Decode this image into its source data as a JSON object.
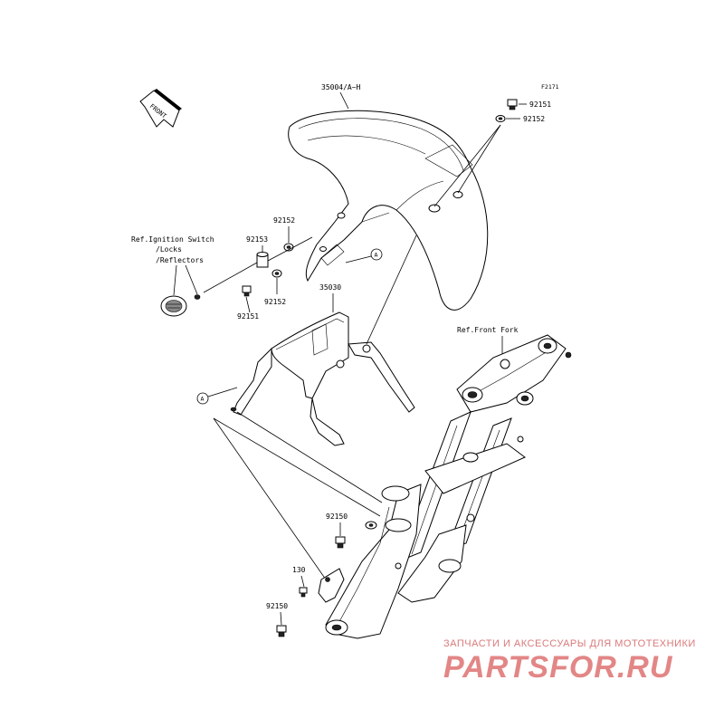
{
  "figure_code": "F2171",
  "front_label": "FRONT",
  "callouts": {
    "fender": "35004/A~H",
    "bracket": "35030",
    "bolt_top": "92151",
    "washer_top": "92152",
    "washer_mid": "92152",
    "spacer": "92153",
    "washer_low": "92152",
    "bolt_mid": "92151",
    "bolt_lower1": "92150",
    "clamp": "130",
    "bolt_lower2": "92150"
  },
  "refs": {
    "ignition_line1": "Ref.Ignition Switch",
    "ignition_line2": "/Locks",
    "ignition_line3": "/Reflectors",
    "front_fork": "Ref.Front Fork"
  },
  "marker_letter": "A",
  "watermark": {
    "caption": "ЗАПЧАСТИ И АКСЕССУАРЫ ДЛЯ МОТОТЕХНИКИ",
    "logo": "PARTSFOR.RU"
  }
}
